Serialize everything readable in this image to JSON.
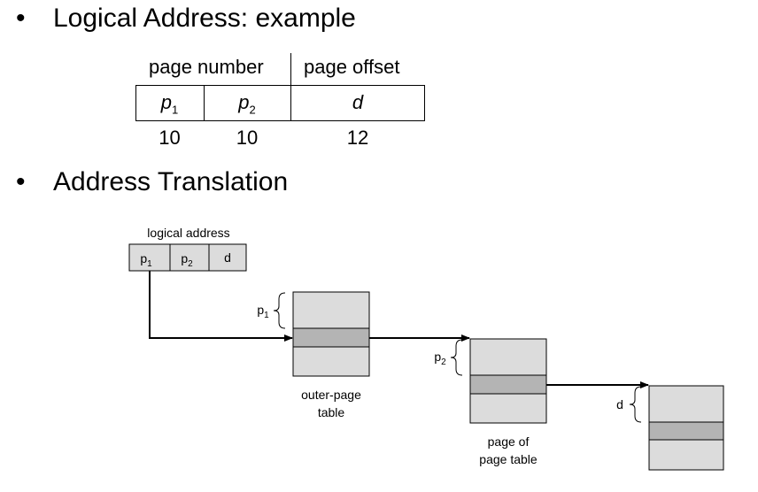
{
  "bullets": {
    "marker": "•",
    "first": "Logical Address: example",
    "second": "Address Translation"
  },
  "address_format": {
    "page_number_label": "page number",
    "page_offset_label": "page offset",
    "fields": [
      {
        "symbol": "p",
        "sub": "1",
        "bits": "10"
      },
      {
        "symbol": "p",
        "sub": "2",
        "bits": "10"
      },
      {
        "symbol": "d",
        "sub": "",
        "bits": "12"
      }
    ]
  },
  "translation_diagram": {
    "logical_address_label": "logical address",
    "fields": [
      {
        "symbol": "p",
        "sub": "1"
      },
      {
        "symbol": "p",
        "sub": "2"
      },
      {
        "symbol": "d",
        "sub": ""
      }
    ],
    "outer_table_label_line1": "outer-page",
    "outer_table_label_line2": "table",
    "page_of_page_table_line1": "page of",
    "page_of_page_table_line2": "page table",
    "brace_labels": [
      {
        "symbol": "p",
        "sub": "1"
      },
      {
        "symbol": "p",
        "sub": "2"
      },
      {
        "symbol": "d",
        "sub": ""
      }
    ],
    "colors": {
      "box_fill": "#dcdcdc",
      "selected_row_fill": "#b4b4b4",
      "line": "#000000"
    }
  }
}
